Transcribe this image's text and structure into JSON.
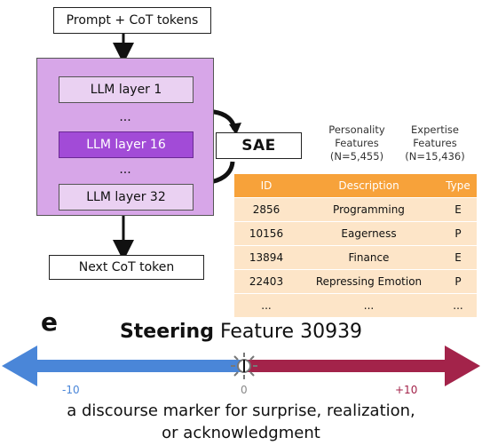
{
  "top_box": "Prompt + CoT tokens",
  "bottom_box": "Next CoT token",
  "llm": {
    "layer1": "LLM layer 1",
    "dots1": "...",
    "layer16": "LLM layer 16",
    "dots2": "...",
    "layer32": "LLM layer 32"
  },
  "sae_label": "SAE",
  "feature_types": {
    "personality": {
      "line1": "Personality",
      "line2": "Features",
      "count": "(N=5,455)"
    },
    "expertise": {
      "line1": "Expertise",
      "line2": "Features",
      "count": "(N=15,436)"
    }
  },
  "table": {
    "headers": [
      "ID",
      "Description",
      "Type"
    ],
    "rows": [
      [
        "2856",
        "Programming",
        "E"
      ],
      [
        "10156",
        "Eagerness",
        "P"
      ],
      [
        "13894",
        "Finance",
        "E"
      ],
      [
        "22403",
        "Repressing Emotion",
        "P"
      ],
      [
        "...",
        "...",
        "..."
      ]
    ]
  },
  "panel_label": "e",
  "steering": {
    "title_bold": "Steering",
    "title_rest": " Feature 30939",
    "tick_left": "-10",
    "tick_center": "0",
    "tick_right": "+10",
    "caption_line1": "a discourse marker for surprise, realization,",
    "caption_line2": "or acknowledgment"
  },
  "colors": {
    "llm_panel": "#d7a6e8",
    "layer_active": "#a24bd7",
    "table_header": "#f7a23a",
    "table_row": "#fde5c8",
    "arrow_left": "#4a86d8",
    "arrow_right": "#a3234a"
  }
}
